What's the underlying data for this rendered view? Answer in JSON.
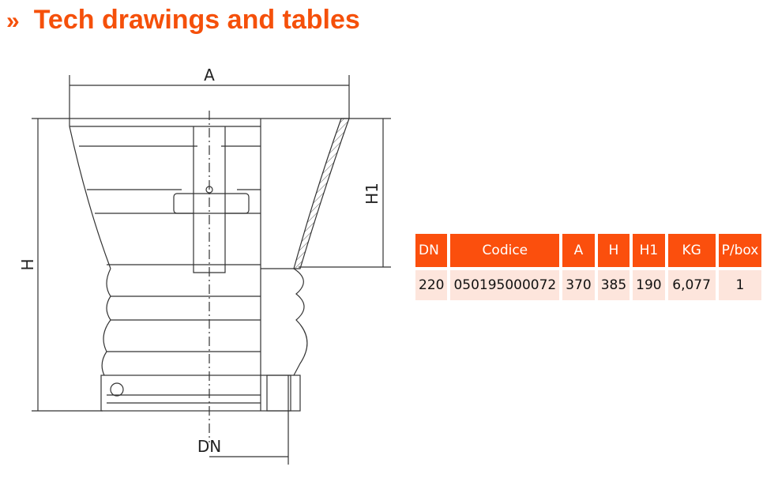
{
  "title": {
    "icon": "double-chevron-right-icon",
    "chevron": "»",
    "text": "Tech drawings and tables"
  },
  "drawing": {
    "labels": {
      "a": "A",
      "h": "H",
      "h1": "H1",
      "dn": "DN"
    }
  },
  "table": {
    "headers": [
      "DN",
      "Codice",
      "A",
      "H",
      "H1",
      "KG",
      "P/box"
    ],
    "rows": [
      [
        "220",
        "050195000072",
        "370",
        "385",
        "190",
        "6,077",
        "1"
      ]
    ]
  },
  "colors": {
    "accent": "#fb4f0d",
    "row_bg": "#fde5dc"
  }
}
